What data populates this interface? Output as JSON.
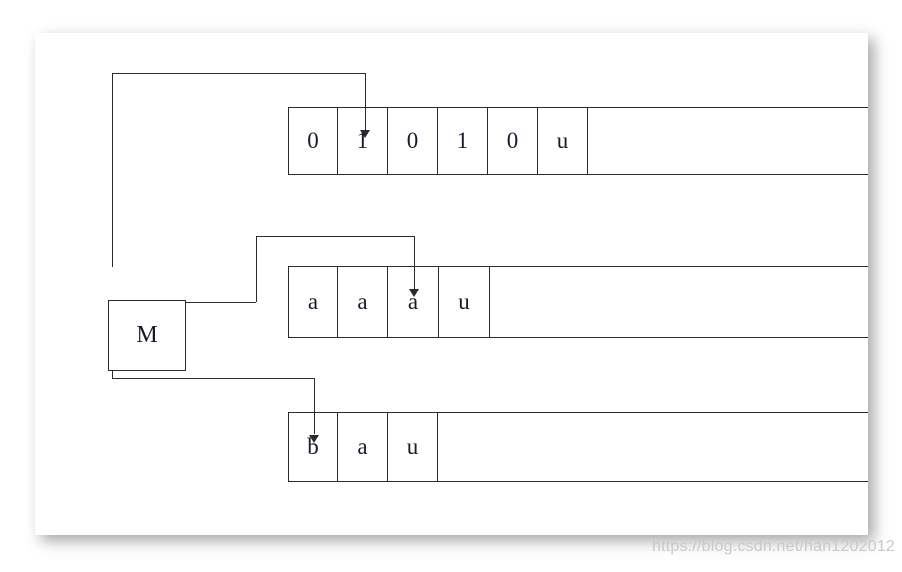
{
  "diagram": {
    "title": "Multi-tape Turing machine",
    "control": {
      "label": "M",
      "name": "control-unit"
    },
    "watermark": "https://blog.csdn.net/han1202012",
    "colors": {
      "stroke": "#2b2b2b",
      "text": "#1a1a2e",
      "card": "#ffffff",
      "watermark": "#c9c9c9"
    },
    "tapes": [
      {
        "id": "tape-1",
        "cells": [
          "0",
          "1",
          "0",
          "1",
          "0",
          "u"
        ],
        "head_index": 1
      },
      {
        "id": "tape-2",
        "cells": [
          "a",
          "a",
          "a",
          "u"
        ],
        "head_index": 2
      },
      {
        "id": "tape-3",
        "cells": [
          "b",
          "a",
          "u"
        ],
        "head_index": 0
      }
    ]
  }
}
